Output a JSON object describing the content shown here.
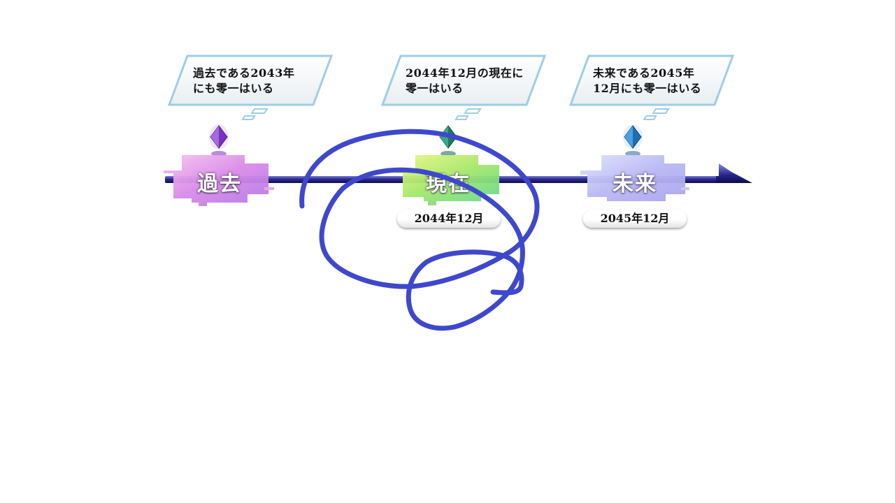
{
  "timeline": {
    "eras": [
      {
        "label": "過去",
        "bubble_text": "過去である2043年\nにも零一はいる",
        "gem_color": "#7b2fc4",
        "blob_color": "#d98be8",
        "date": ""
      },
      {
        "label": "現在",
        "bubble_text": "2044年12月の現在に\n零一はいる",
        "gem_color": "#1f7a5e",
        "blob_color": "#a6e86a",
        "date": "2044年12月"
      },
      {
        "label": "未来",
        "bubble_text": "未来である2045年\n12月にも零一はいる",
        "gem_color": "#1f6fb0",
        "blob_color": "#b9b8f4",
        "date": "2045年12月"
      }
    ]
  },
  "annotation": {
    "stroke_color": "#3f48cc"
  }
}
